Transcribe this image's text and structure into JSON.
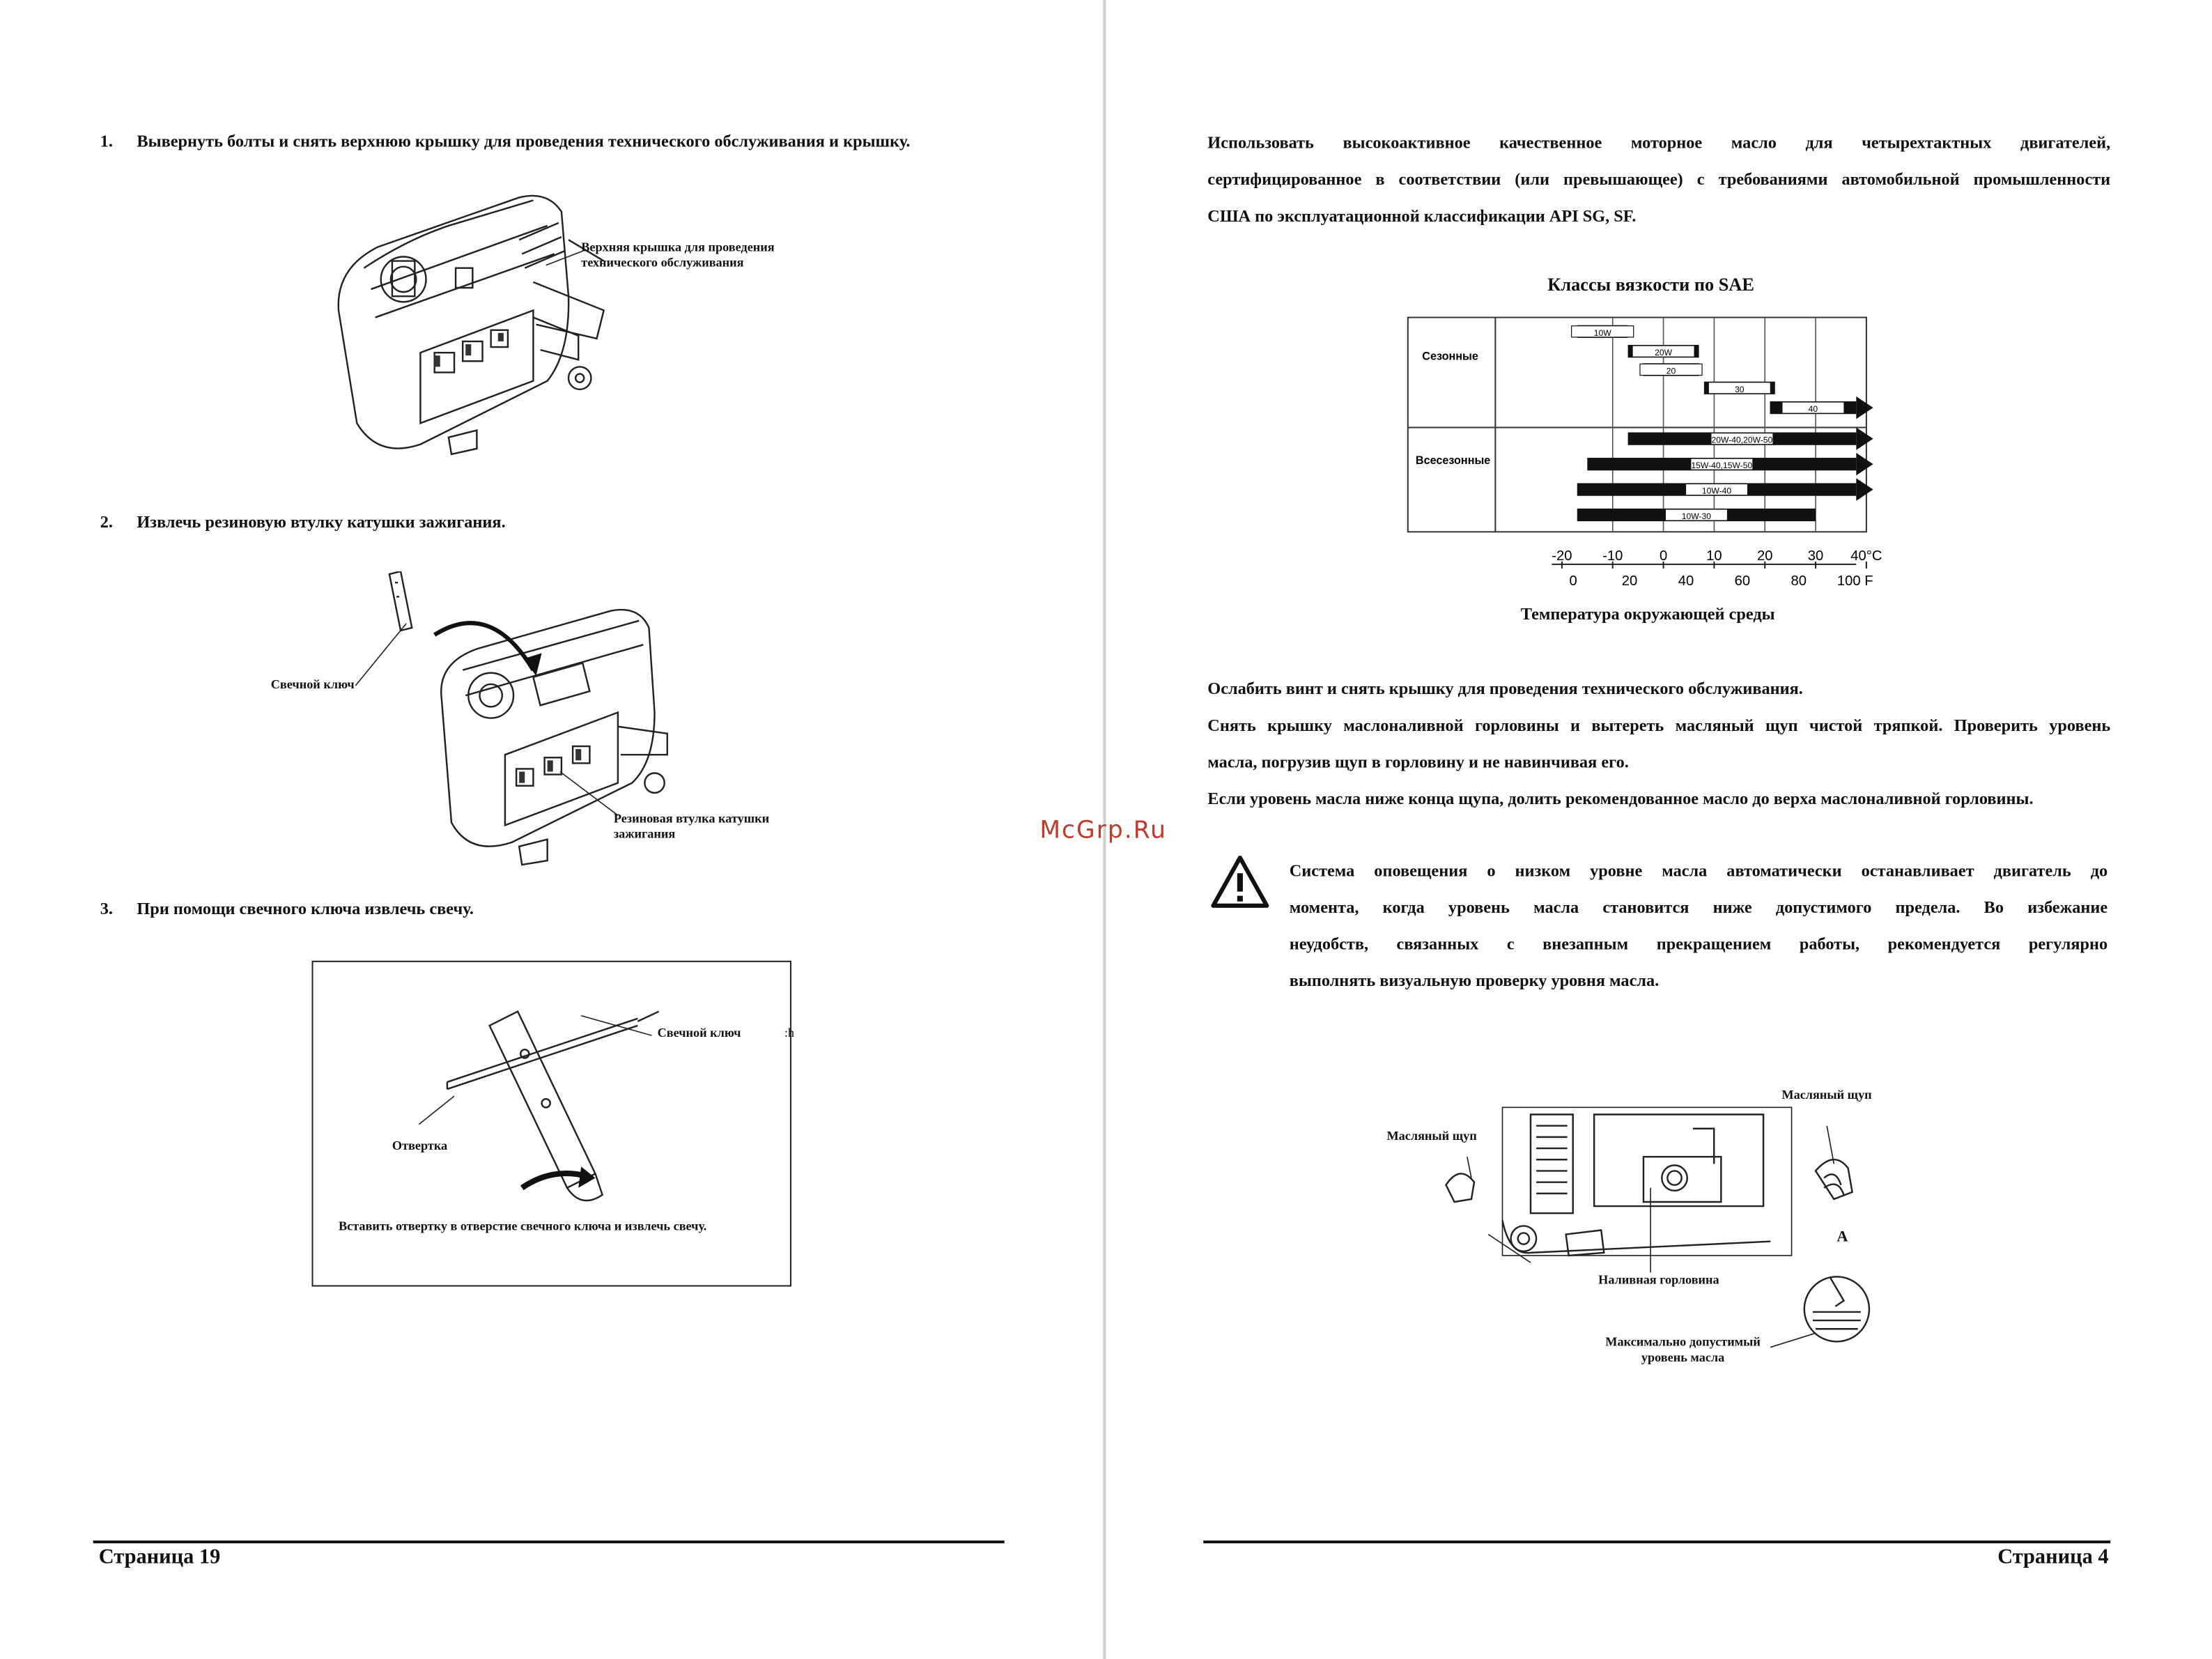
{
  "watermark": "McGrp.Ru",
  "left_page": {
    "step1": {
      "num": "1.",
      "text": "Вывернуть болты и снять верхнюю крышку для проведения технического обслуживания и крышку."
    },
    "step1_caption": [
      "Верхняя крышка для проведения",
      "технического обслуживания"
    ],
    "step2": {
      "num": "2.",
      "text": "Извлечь резиновую втулку катушки зажигания."
    },
    "step2_label_key": "Свечной ключ",
    "step2_label_boot": [
      "Резиновая втулка катушки",
      "зажигания"
    ],
    "step3": {
      "num": "3.",
      "text": "При помощи свечного ключа извлечь свечу."
    },
    "step3_label_key": "Свечной ключ",
    "step3_label_driver": "Отвертка",
    "step3_instruction": "Вставить отвертку в отверстие свечного ключа и извлечь свечу.",
    "step3_stray": ":h",
    "footer": "Страница 19"
  },
  "right_page": {
    "intro_lines": [
      "Использовать высокоактивное качественное моторное масло для четырехтактных двигателей,",
      "сертифицированное в соответствии (или превышающее) с требованиями автомобильной промышленности",
      "США по эксплуатационной классификации API SG, SF."
    ],
    "service_lines": [
      "Ослабить винт и снять крышку для проведения технического обслуживания.",
      "Снять крышку маслоналивной горловины и вытереть масляный щуп чистой тряпкой. Проверить уровень",
      "масла, погрузив щуп в горловину и не навинчивая его.",
      "Если уровень масла ниже конца щупа, долить рекомендованное масло до верха маслоналивной горловины."
    ],
    "warning_lines": [
      "Система оповещения о низком уровне масла автоматически останавливает двигатель до",
      "момента, когда уровень масла становится ниже допустимого предела. Во избежание",
      "неудобств, связанных с внезапным прекращением работы, рекомендуется регулярно",
      "выполнять визуальную проверку уровня масла."
    ],
    "warning_icon": "warning-triangle-icon",
    "oil_labels": {
      "dipstick_left": "Масляный щуп",
      "dipstick_right": "Масляный щуп",
      "filler_neck": "Наливная горловина",
      "marker": "A",
      "max_level": [
        "Максимально допустимый",
        "уровень масла"
      ]
    },
    "footer": "Страница 4"
  },
  "chart_data": {
    "type": "bar",
    "title": "Классы вязкости по SAE",
    "xlabel": "Температура окружающей среды",
    "x_celsius_ticks": [
      "-20",
      "-10",
      "0",
      "10",
      "20",
      "30",
      "40°C"
    ],
    "x_fahrenheit_ticks": [
      "0",
      "20",
      "40",
      "60",
      "80",
      "100 F"
    ],
    "groups": [
      "Сезонные",
      "Всесезонные"
    ],
    "x_unit": "°C",
    "series": [
      {
        "name": "10W",
        "group": "Сезонные",
        "range_c": [
          -17,
          -7
        ]
      },
      {
        "name": "20W",
        "group": "Сезонные",
        "range_c": [
          -7,
          7
        ]
      },
      {
        "name": "20",
        "group": "Сезонные",
        "range_c": [
          -4,
          7
        ]
      },
      {
        "name": "30",
        "group": "Сезонные",
        "range_c": [
          8,
          22
        ]
      },
      {
        "name": "40",
        "group": "Сезонные",
        "range_c": [
          21,
          38
        ],
        "arrow": true
      },
      {
        "name": "20W-40,20W-50",
        "group": "Всесезонные",
        "range_c": [
          -7,
          38
        ],
        "arrow": true
      },
      {
        "name": "15W-40,15W-50",
        "group": "Всесезонные",
        "range_c": [
          -15,
          38
        ],
        "arrow": true
      },
      {
        "name": "10W-40",
        "group": "Всесезонные",
        "range_c": [
          -17,
          38
        ],
        "arrow": true
      },
      {
        "name": "10W-30",
        "group": "Всесезонные",
        "range_c": [
          -17,
          30
        ]
      }
    ],
    "xlim_c": [
      -22,
      40
    ],
    "grid": true
  }
}
